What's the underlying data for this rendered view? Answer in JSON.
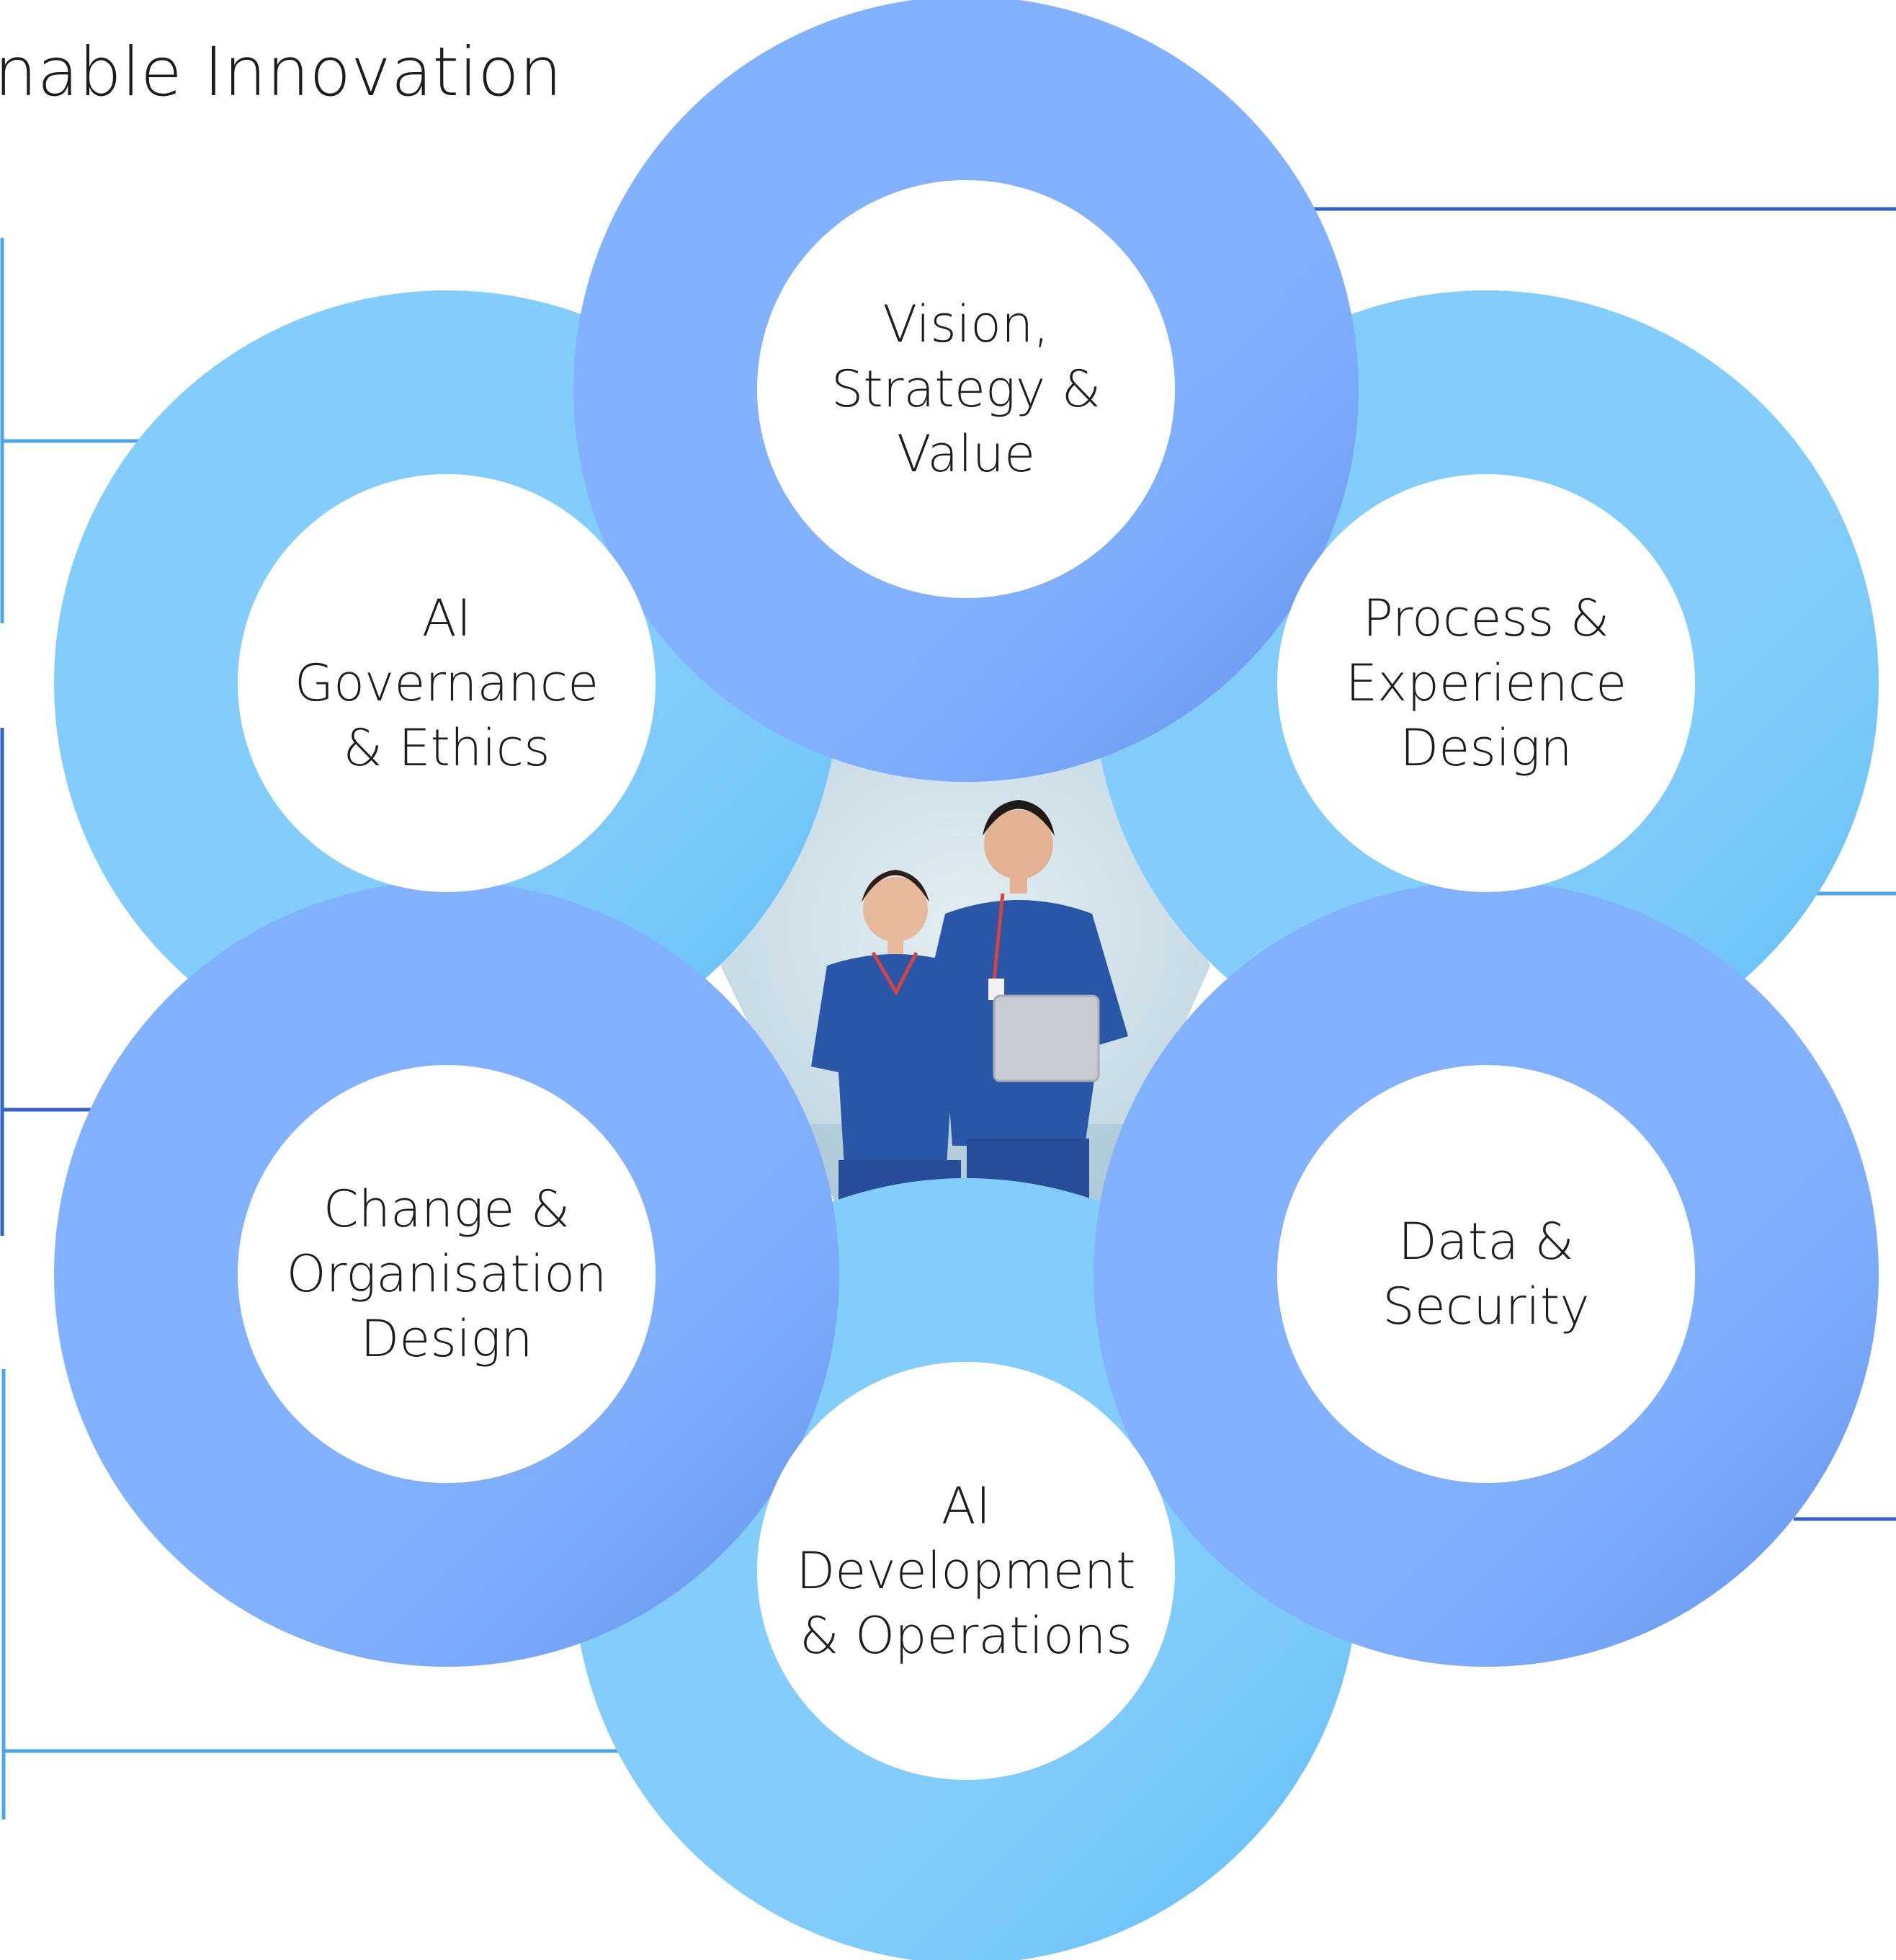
{
  "title": "nable Innovation",
  "colors": {
    "ring_dark": "#82b1ff",
    "ring_light": "#82cdfc",
    "ring_shadow": "#2f5fc9",
    "ring_highlight": "#1e9ee8",
    "connector_dark": "#3262c8",
    "connector_light": "#4aa7ea",
    "text": "#1d1d1f",
    "background": "#ffffff"
  },
  "center_image": {
    "description_icon": "photo-two-healthcare-workers"
  },
  "nodes": [
    {
      "id": "vision",
      "lines": [
        "Vision,",
        "Strategy &",
        "Value"
      ]
    },
    {
      "id": "process",
      "lines": [
        "Process &",
        "Experience",
        "Design"
      ]
    },
    {
      "id": "data",
      "lines": [
        "Data &",
        "Security"
      ]
    },
    {
      "id": "aidev",
      "lines": [
        "AI",
        "Development",
        "& Operations"
      ]
    },
    {
      "id": "change",
      "lines": [
        "Change &",
        "Organisation",
        "Design"
      ]
    },
    {
      "id": "governance",
      "lines": [
        "AI",
        "Governance",
        "& Ethics"
      ]
    }
  ]
}
